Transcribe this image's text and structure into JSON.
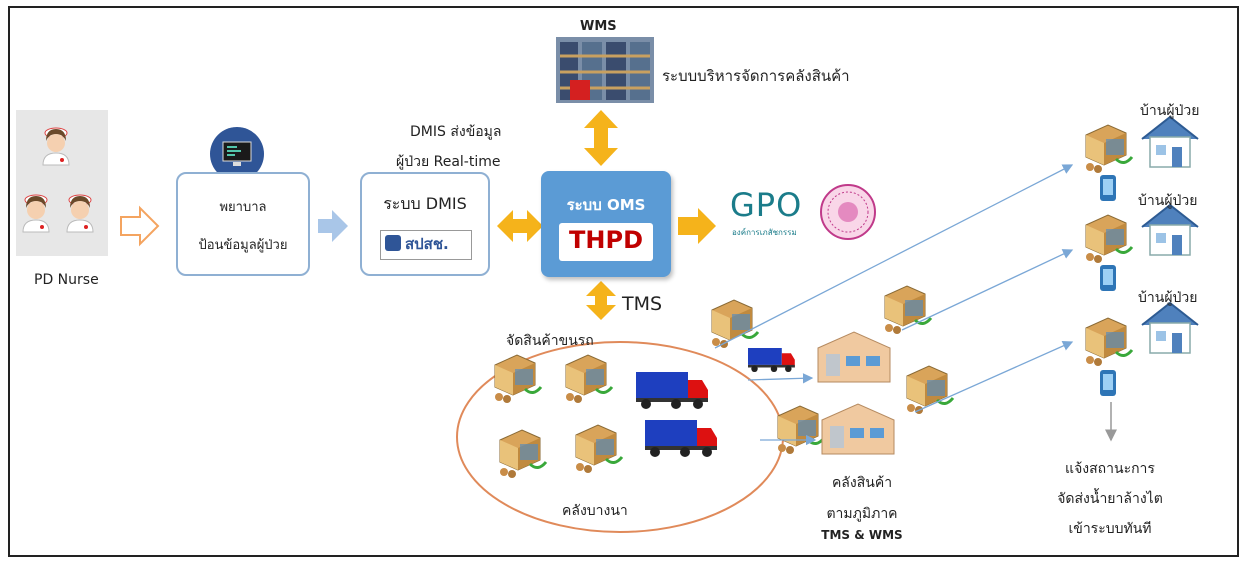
{
  "wms": {
    "title": "WMS",
    "caption": "ระบบบริหารจัดการคลังสินค้า"
  },
  "nurse": {
    "label": "PD Nurse"
  },
  "entry": {
    "line1": "พยาบาล",
    "line2": "ป้อนข้อมูลผู้ป่วย"
  },
  "dmis": {
    "note_line1": "DMIS ส่งข้อมูล",
    "note_line2": "ผู้ป่วย Real-time",
    "title": "ระบบ DMIS",
    "logo_text": "สปสช."
  },
  "oms": {
    "title": "ระบบ OMS",
    "brand": "THPD"
  },
  "gpo": {
    "logo_text": "GPO",
    "sub_text": "องค์การเภสัชกรรม"
  },
  "tms": {
    "label": "TMS",
    "load_label": "จัดสินค้าขนรถ",
    "depot_label": "คลังบางนา"
  },
  "regional": {
    "line1": "คลังสินค้า",
    "line2": "ตามภูมิภาค",
    "line3": "TMS & WMS"
  },
  "patients": {
    "home_labels": [
      "บ้านผู้ป่วย",
      "บ้านผู้ป่วย",
      "บ้านผู้ป่วย"
    ]
  },
  "notify": {
    "line1": "แจ้งสถานะการ",
    "line2": "จัดส่งน้ำยาล้างไต",
    "line3": "เข้าระบบทันที"
  },
  "colors": {
    "box_border": "#8fb0d3",
    "oms_fill": "#5b9bd5",
    "arrow_yellow": "#f5b31b",
    "flow_line": "#7aa7d6",
    "brand_red": "#c00000",
    "gpo_teal": "#1b7c8a"
  }
}
